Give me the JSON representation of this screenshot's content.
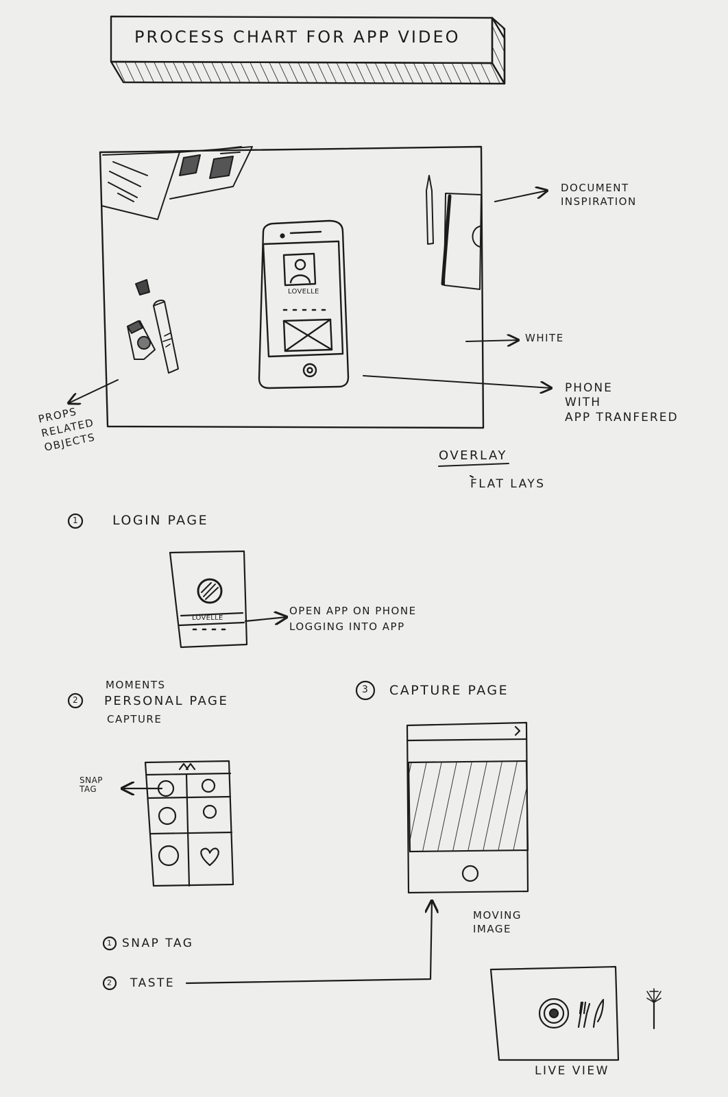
{
  "title": "PROCESS  CHART  FOR  APP  VIDEO",
  "flatlay": {
    "document_label": "DOCUMENT\nINSPIRATION",
    "white_label": "WHITE",
    "phone_label": "PHONE\nWITH\nAPP TRANFERED",
    "props_label": "PROPS\nRELATED\nOBJECTS",
    "phone_screen_text": "LOVELLE",
    "overlay_label": "OVERLAY",
    "flatlays_label": "FLAT LAYS"
  },
  "step1": {
    "number": "1",
    "title": "LOGIN  PAGE",
    "screen_text": "LOVELLE",
    "note": "OPEN APP ON PHONE\nLOGGING INTO APP"
  },
  "step2": {
    "number": "2",
    "title_top": "MOMENTS",
    "title_main": "PERSONAL  PAGE",
    "title_bottom": "CAPTURE",
    "snap_tag_label": "SNAP\nTAG",
    "list": [
      {
        "number": "1",
        "label": "SNAP  TAG"
      },
      {
        "number": "2",
        "label": "TASTE"
      }
    ]
  },
  "step3": {
    "number": "3",
    "title": "CAPTURE  PAGE",
    "moving_image_label": "MOVING\nIMAGE",
    "live_view_label": "LIVE  VIEW"
  }
}
